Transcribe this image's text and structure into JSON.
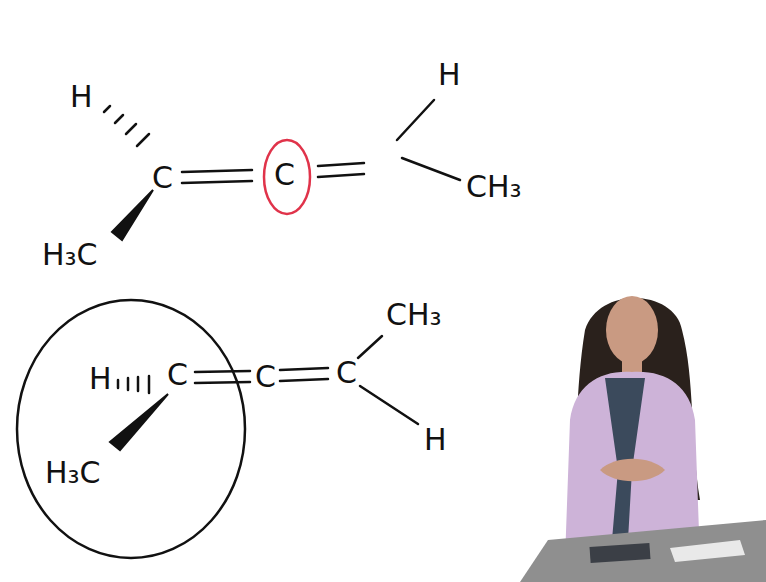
{
  "diagram": {
    "nodes": [
      {
        "text": [
          "C"
        ]
      },
      {
        "text": [
          "H",
          "C",
          "H₃C"
        ]
      }
    ],
    "labels": [
      "H",
      "C",
      "H",
      "CH₃",
      "H₃C",
      "C",
      "C",
      "CH₃",
      "H"
    ]
  }
}
